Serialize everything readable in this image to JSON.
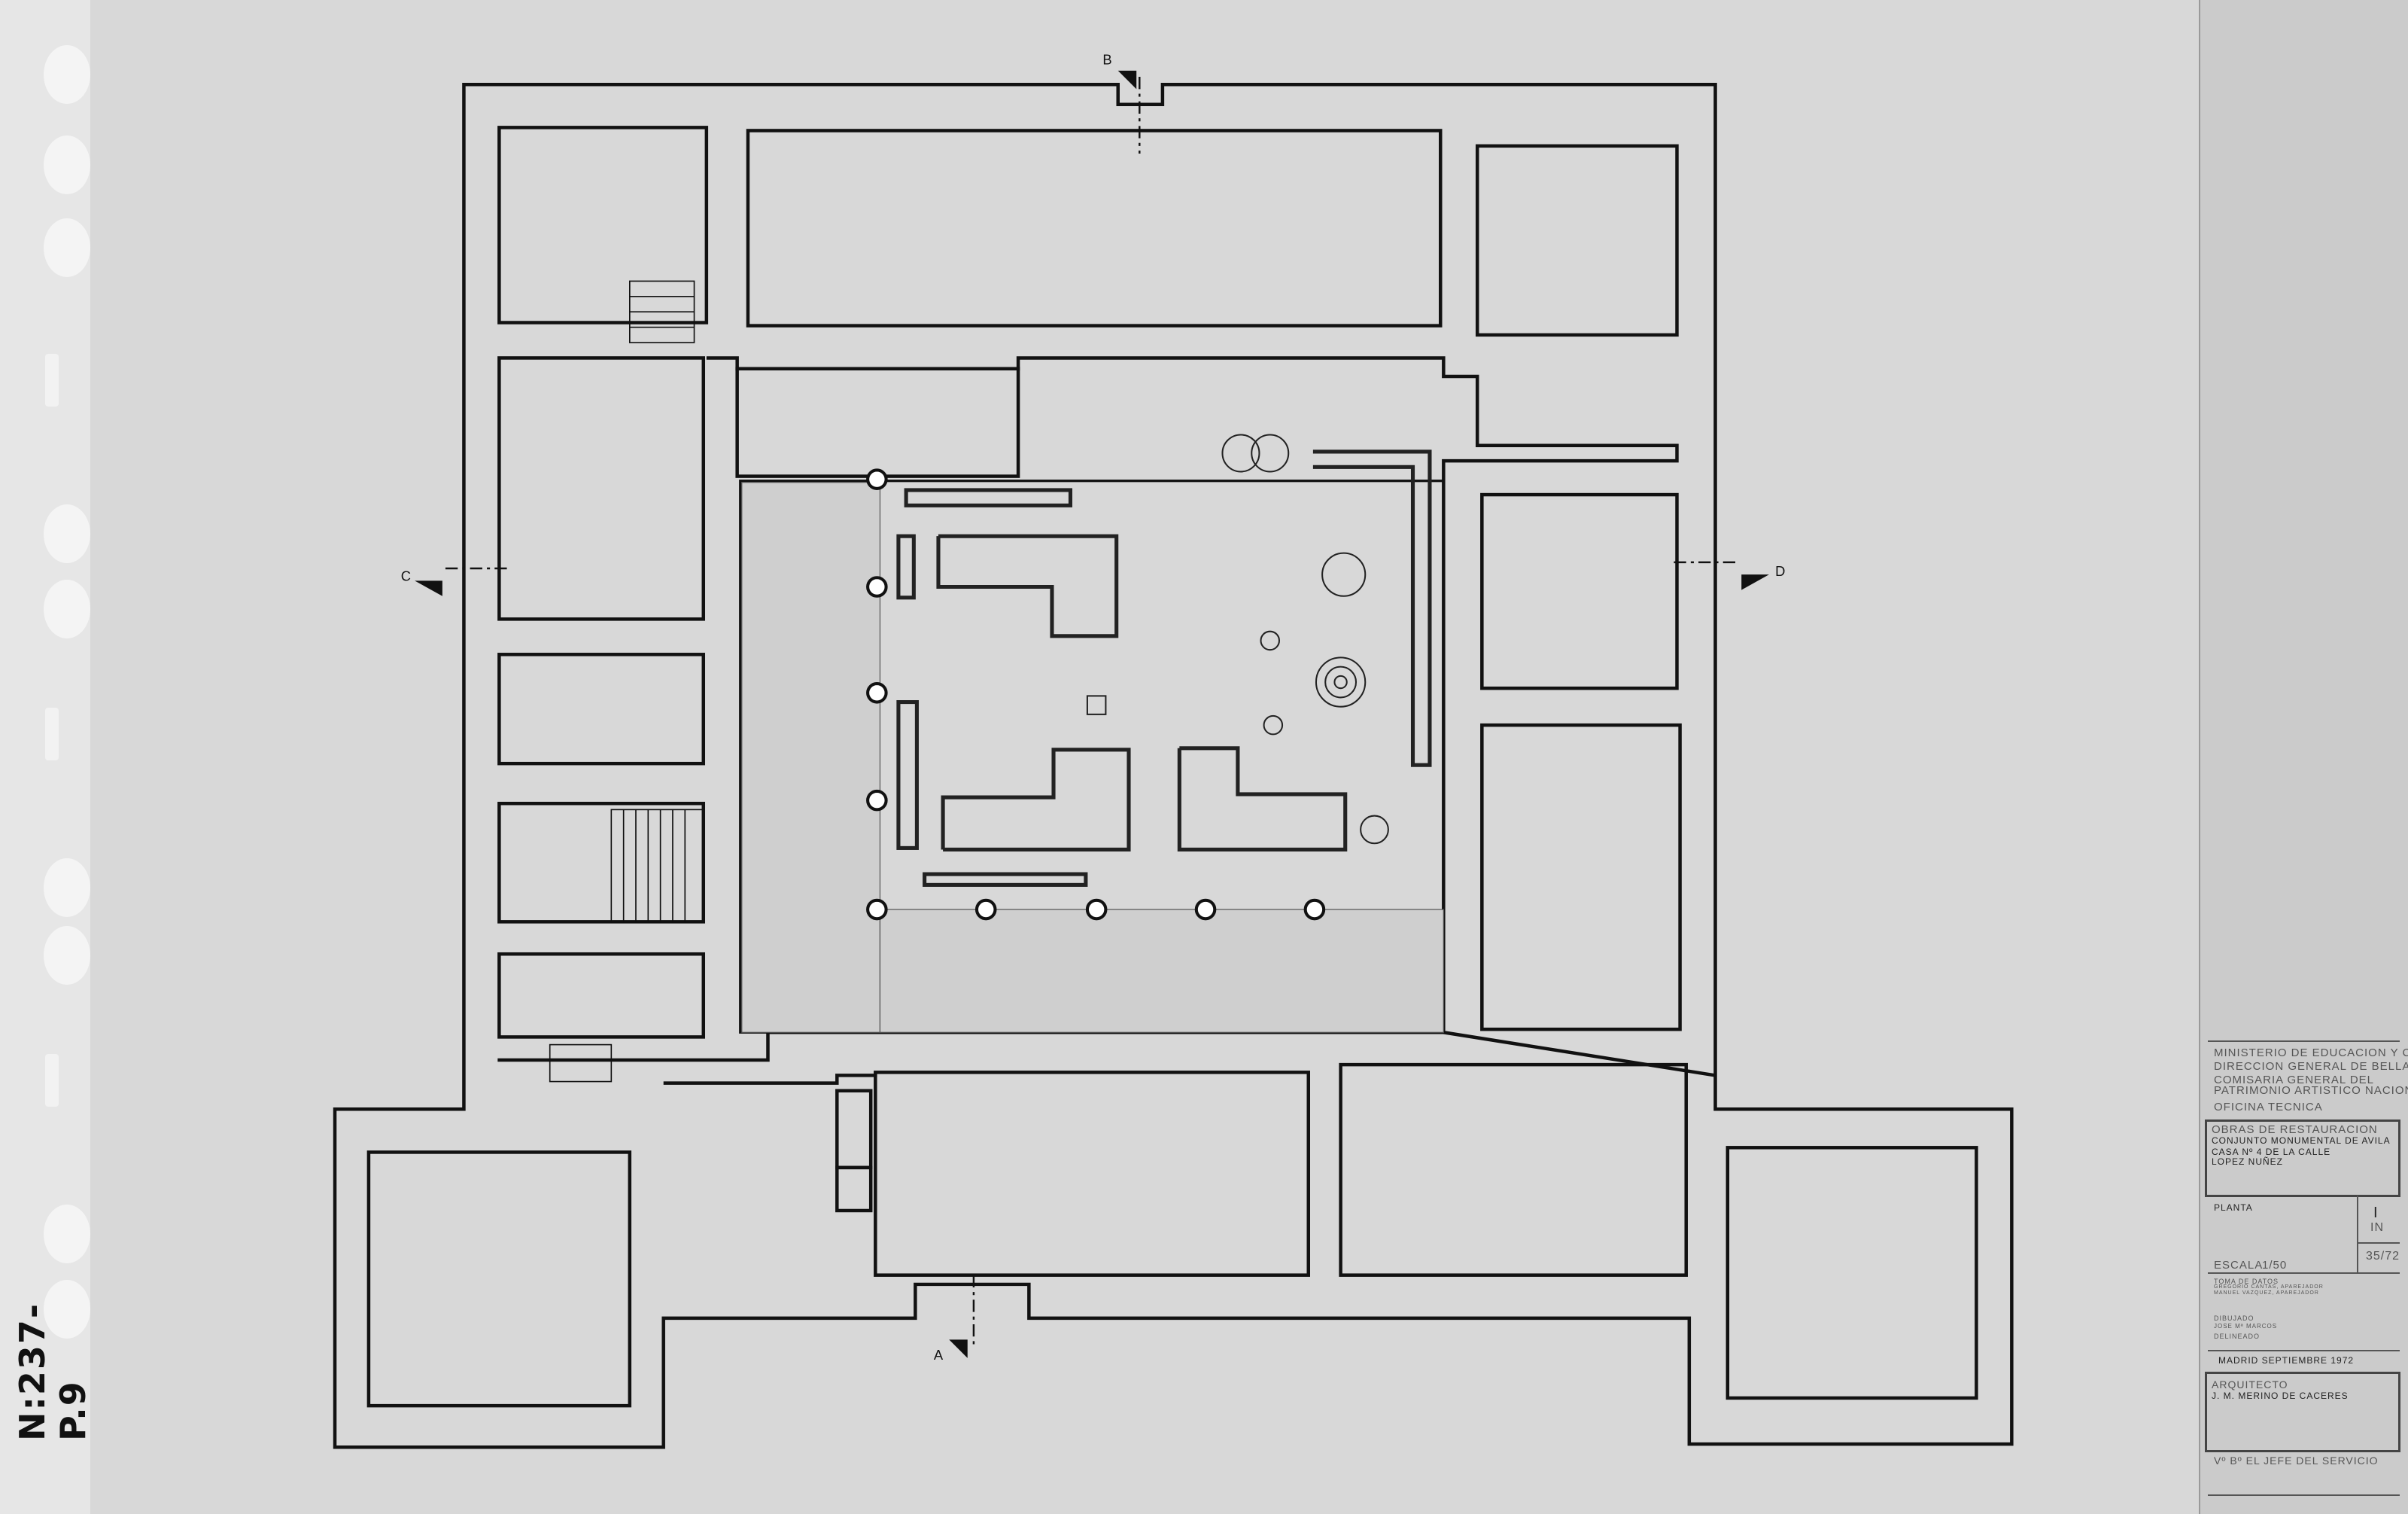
{
  "margin_note": "N:237-P.9",
  "section_marks": {
    "a": "A",
    "b": "B",
    "c": "C",
    "d": "D"
  },
  "title_block": {
    "ministry": "MINISTERIO DE EDUCACION Y CIENCIA",
    "direction": "DIRECCION GENERAL DE BELLAS ARTES",
    "commission_1": "COMISARIA GENERAL DEL",
    "commission_2": "PATRIMONIO ARTISTICO NACIONAL",
    "office": "OFICINA TECNICA",
    "works": "OBRAS DE RESTAURACION",
    "project_1": "CONJUNTO MONUMENTAL DE AVILA",
    "project_2": "CASA Nº 4 DE LA CALLE",
    "project_3": "LOPEZ NUÑEZ",
    "drawing": "PLANTA",
    "sheet_number": "I",
    "sheet_code": "IN",
    "reference": "35/72",
    "scale_label": "ESCALA",
    "scale": "1/50",
    "data_label": "TOMA DE DATOS",
    "data_1": "GREGORIO CANTAS, APAREJADOR",
    "data_2": "MANUEL VAZQUEZ, APAREJADOR",
    "drawn_label": "DIBUJADO",
    "drawn_by": "JOSE Mª MARCOS",
    "delineated_label": "DELINEADO",
    "place_date": "MADRID SEPTIEMBRE 1972",
    "architect_label": "ARQUITECTO",
    "architect": "J. M. MERINO DE CACERES",
    "approval": "Vº Bº EL JEFE DEL SERVICIO"
  }
}
